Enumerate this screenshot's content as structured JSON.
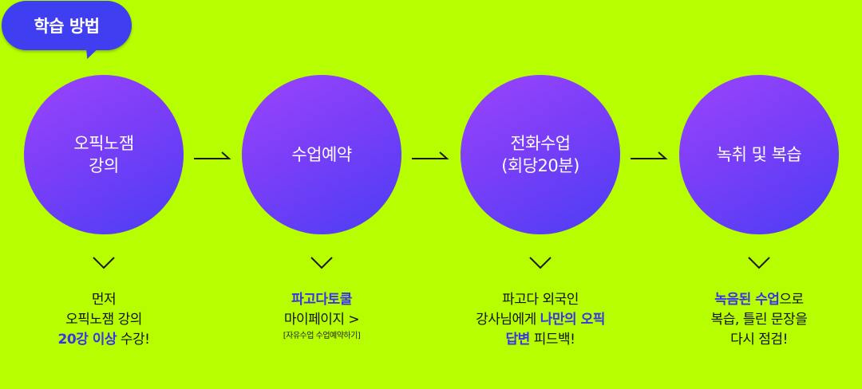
{
  "badge": {
    "label": "학습 방법"
  },
  "steps": [
    {
      "title_lines": [
        "오픽노잼",
        "강의"
      ]
    },
    {
      "title_lines": [
        "수업예약"
      ]
    },
    {
      "title_lines": [
        "전화수업",
        "(회당20분)"
      ]
    },
    {
      "title_lines": [
        "녹취 및 복습"
      ]
    }
  ],
  "descriptions": [
    {
      "line1": "먼저",
      "line2": "오픽노잼 강의",
      "line3_bold": "20강 이상",
      "line3_rest": " 수강!"
    },
    {
      "line1_bold": "파고다토쿨",
      "line2": "마이페이지 >",
      "small": "[자유수업 수업예약하기]"
    },
    {
      "line1": "파고다 외국인",
      "line2_rest": "강사님에게 ",
      "line2_bold": "나만의 오픽",
      "line3_bold": "답변",
      "line3_rest": " 피드백!"
    },
    {
      "line1_bold": "녹음된 수업",
      "line1_rest": "으로",
      "line2": "복습, 틀린 문장을",
      "line3": "다시 점검!"
    }
  ],
  "colors": {
    "background": "#b7ff00",
    "accent": "#3f3ef0",
    "circle_from": "#9b44fb",
    "circle_to": "#4a3ef4"
  },
  "icons": {
    "step_arrow": "arrow-right-icon",
    "chevron": "chevron-down-icon"
  }
}
